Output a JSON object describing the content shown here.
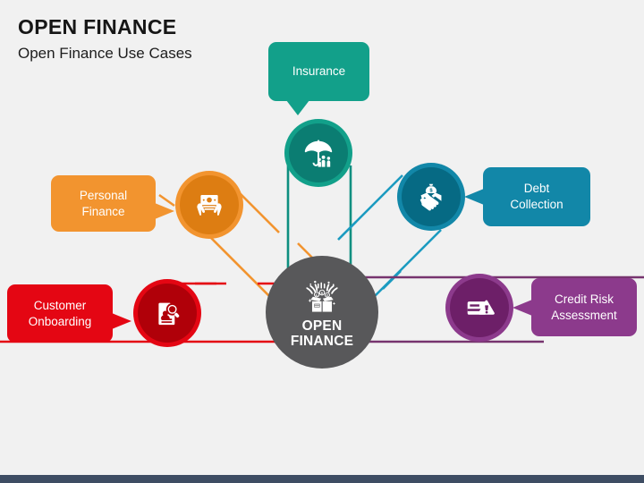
{
  "header": {
    "title": "OPEN FINANCE",
    "subtitle": "Open Finance Use Cases"
  },
  "hub": {
    "label_line1": "OPEN",
    "label_line2": "FINANCE",
    "icon": "open-box-with-coins-icon",
    "color": "#58585a"
  },
  "nodes": [
    {
      "id": "insurance",
      "label_line1": "Insurance",
      "label_line2": "",
      "icon": "umbrella-protecting-family-icon",
      "bubble_color": "#12a08a",
      "circle_outer": "#12a08a",
      "circle_inner": "#0b7d72",
      "line_color": "#0e8f80"
    },
    {
      "id": "personal-finance",
      "label_line1": "Personal",
      "label_line2": "Finance",
      "icon": "hands-holding-money-icon",
      "bubble_color": "#f2942f",
      "circle_outer": "#f2942f",
      "circle_inner": "#dd7d12",
      "line_color": "#f2942f"
    },
    {
      "id": "debt-collection",
      "label_line1": "Debt",
      "label_line2": "Collection",
      "icon": "handshake-money-bag-icon",
      "bubble_color": "#1287a8",
      "circle_outer": "#1287a8",
      "circle_inner": "#066a84",
      "line_color": "#1b9bc0"
    },
    {
      "id": "customer-onboarding",
      "label_line1": "Customer",
      "label_line2": "Onboarding",
      "icon": "document-magnifier-user-icon",
      "bubble_color": "#e40613",
      "circle_outer": "#e40613",
      "circle_inner": "#b00009",
      "line_color": "#e40613"
    },
    {
      "id": "credit-risk",
      "label_line1": "Credit Risk",
      "label_line2": "Assessment",
      "icon": "card-warning-triangle-icon",
      "bubble_color": "#8c3a8c",
      "circle_outer": "#8c3a8c",
      "circle_inner": "#6d1f68",
      "line_color": "#77346f"
    }
  ],
  "decor": {
    "bottom_bar_color": "#3e4d63",
    "background_color": "#f1f1f1"
  }
}
